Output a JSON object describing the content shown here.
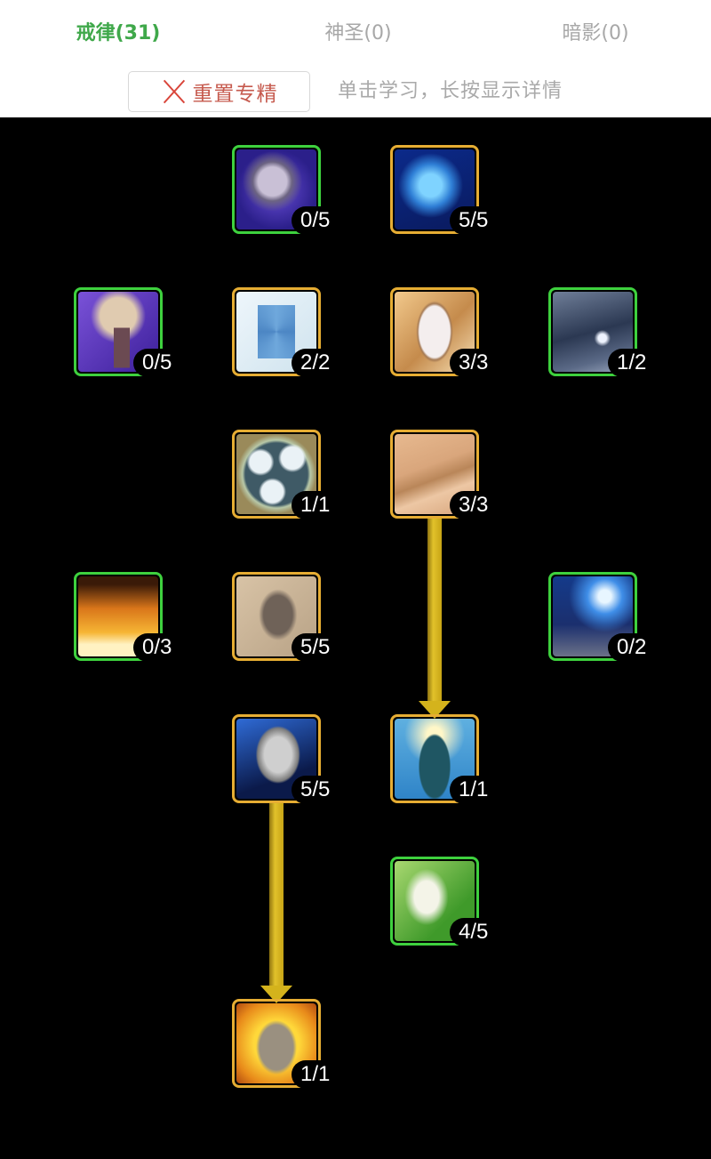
{
  "header": {
    "tabs": [
      {
        "label": "戒律(31)",
        "active": true
      },
      {
        "label": "神圣(0)",
        "active": false
      },
      {
        "label": "暗影(0)",
        "active": false
      }
    ],
    "reset_button": {
      "label": "重置专精",
      "icon": "close-x-icon"
    },
    "hint": "单击学习，长按显示详情"
  },
  "colors": {
    "active_tab": "#3fa84a",
    "inactive_tab": "#a8a8a8",
    "reset_icon": "#d9453a",
    "maxed_border": "#e6ad33",
    "available_border": "#3ed13e",
    "connector": "#d4b31c",
    "background": "#000000"
  },
  "talents": [
    {
      "id": "helm-purple",
      "row": 0,
      "col": 1,
      "rank": "0/5",
      "state": "available",
      "icon": "helmet-purple-icon"
    },
    {
      "id": "crystal-shards",
      "row": 0,
      "col": 2,
      "rank": "5/5",
      "state": "maxed",
      "icon": "ice-crystal-icon"
    },
    {
      "id": "arcane-staff",
      "row": 1,
      "col": 0,
      "rank": "0/5",
      "state": "available",
      "icon": "arcane-staff-icon"
    },
    {
      "id": "ice-diamond",
      "row": 1,
      "col": 1,
      "rank": "2/2",
      "state": "maxed",
      "icon": "ice-diamond-icon"
    },
    {
      "id": "holy-shield",
      "row": 1,
      "col": 2,
      "rank": "3/3",
      "state": "maxed",
      "icon": "shield-icon"
    },
    {
      "id": "storm-cloud",
      "row": 1,
      "col": 3,
      "rank": "1/2",
      "state": "available",
      "icon": "storm-cloud-icon"
    },
    {
      "id": "spirit-clouds",
      "row": 2,
      "col": 1,
      "rank": "1/1",
      "state": "maxed",
      "icon": "spirit-clouds-icon"
    },
    {
      "id": "inner-focus",
      "row": 2,
      "col": 2,
      "rank": "3/3",
      "state": "maxed",
      "icon": "focus-eye-icon"
    },
    {
      "id": "holy-fire",
      "row": 3,
      "col": 0,
      "rank": "0/3",
      "state": "available",
      "icon": "flame-icon"
    },
    {
      "id": "feather-hand",
      "row": 3,
      "col": 1,
      "rank": "5/5",
      "state": "maxed",
      "icon": "feather-hand-icon"
    },
    {
      "id": "blue-light",
      "row": 3,
      "col": 3,
      "rank": "0/2",
      "state": "available",
      "icon": "blue-light-icon"
    },
    {
      "id": "knight-helm",
      "row": 4,
      "col": 1,
      "rank": "5/5",
      "state": "maxed",
      "icon": "knight-helmet-icon"
    },
    {
      "id": "power-infusion",
      "row": 4,
      "col": 2,
      "rank": "1/1",
      "state": "maxed",
      "icon": "power-infusion-icon"
    },
    {
      "id": "nature-wisp",
      "row": 5,
      "col": 2,
      "rank": "4/5",
      "state": "available",
      "icon": "nature-wisp-icon"
    },
    {
      "id": "pain-suppression",
      "row": 6,
      "col": 1,
      "rank": "1/1",
      "state": "maxed",
      "icon": "burning-face-icon"
    }
  ],
  "connectors": [
    {
      "from": "inner-focus",
      "to": "power-infusion"
    },
    {
      "from": "knight-helm",
      "to": "pain-suppression"
    }
  ]
}
